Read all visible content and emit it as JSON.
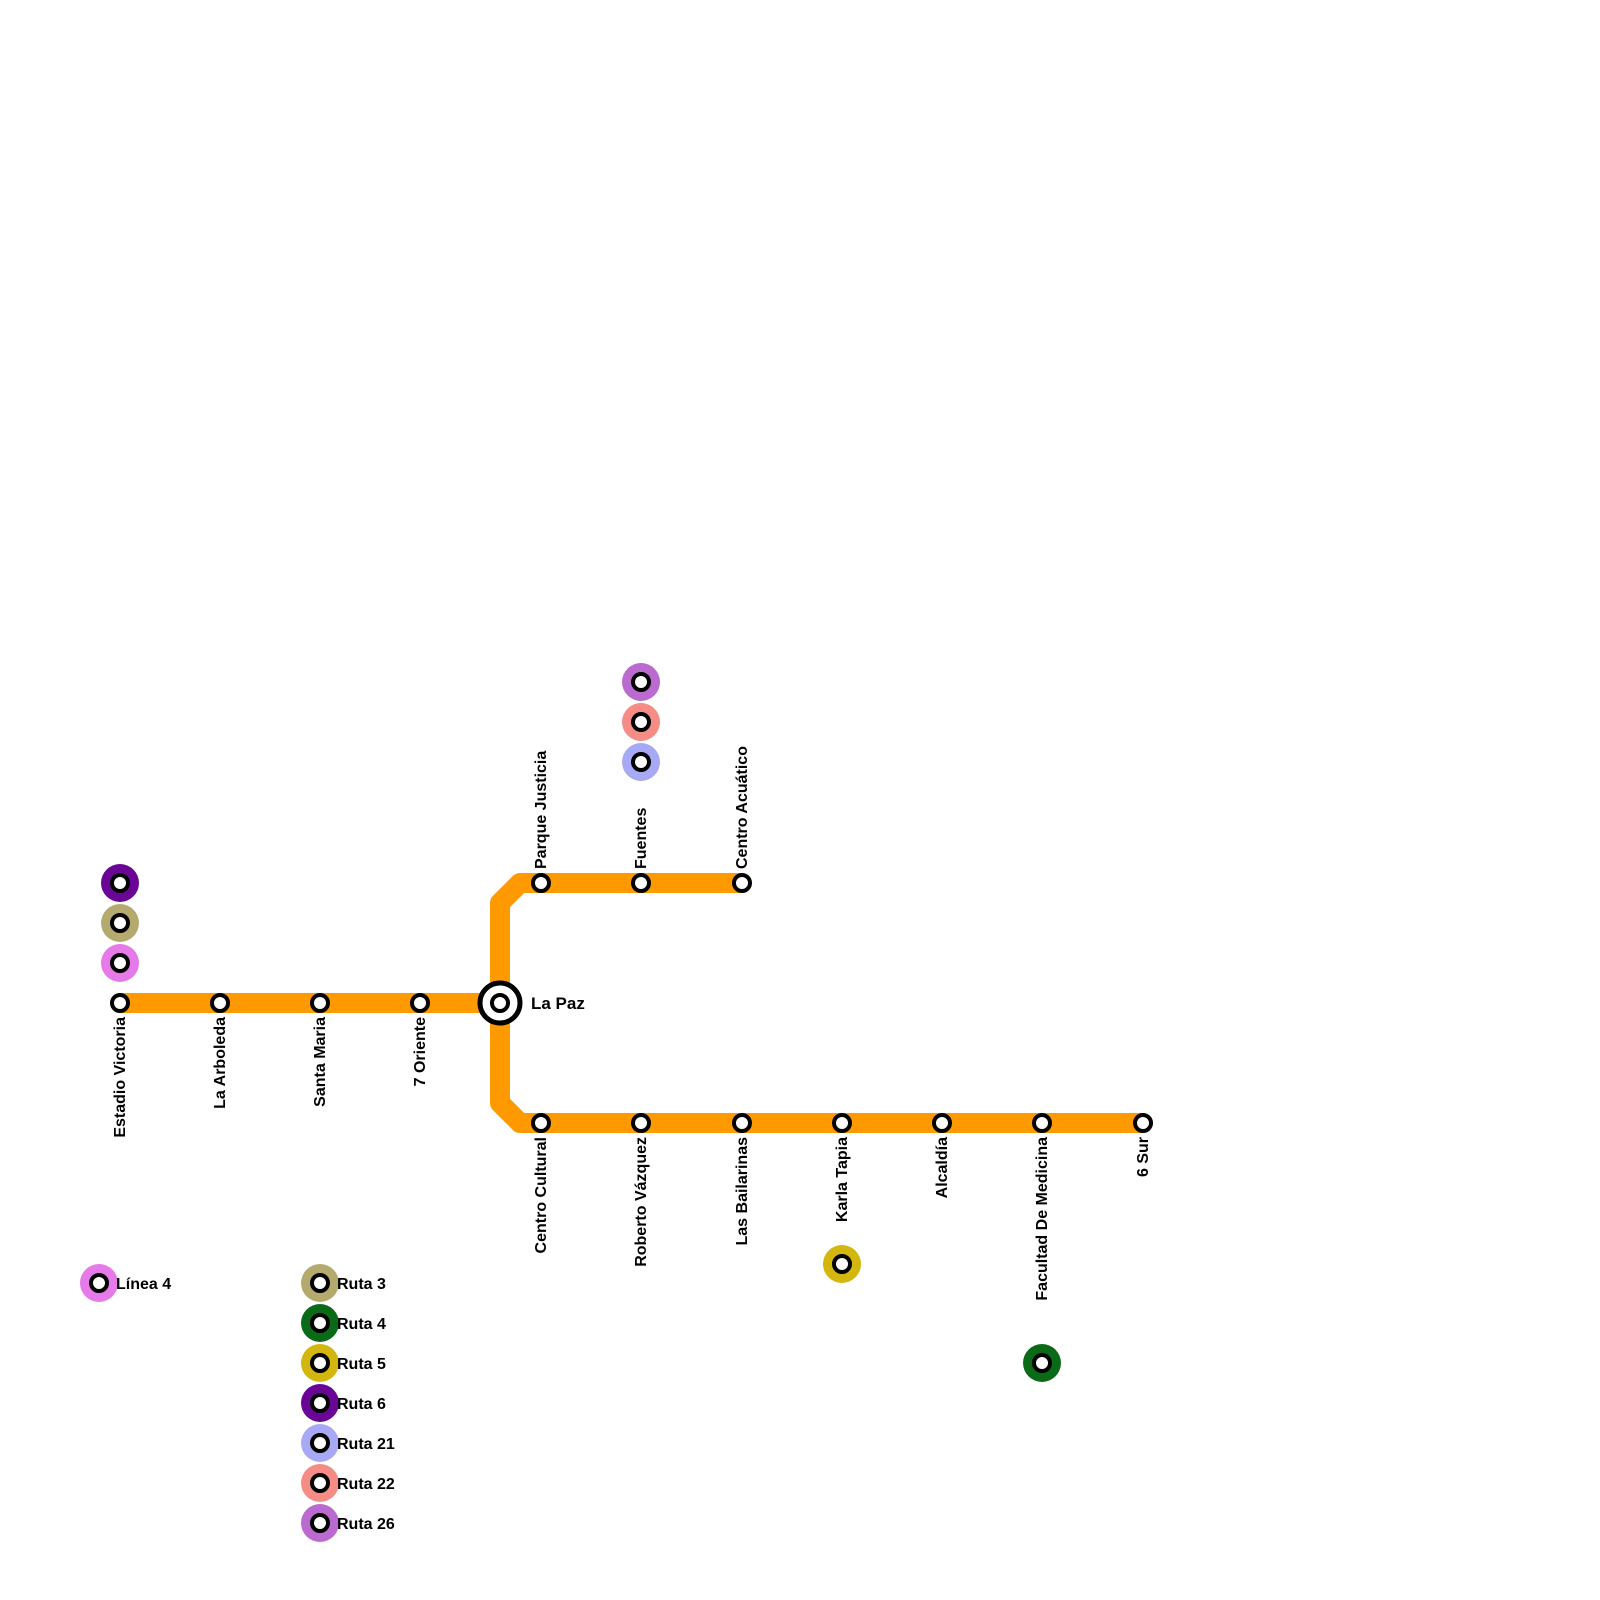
{
  "colors": {
    "line_main": "#FF9900",
    "linea4": "#E57AE8",
    "ruta3": "#B5AA6E",
    "ruta4": "#0B6A17",
    "ruta5": "#D4B70E",
    "ruta6": "#6A0696",
    "ruta21": "#A7A9F4",
    "ruta22": "#F68C86",
    "ruta26": "#BB6ACF"
  },
  "stations": {
    "estadio_victoria": "Estadio Victoria",
    "la_arboleda": "La Arboleda",
    "santa_maria": "Santa Maria",
    "siete_oriente": "7 Oriente",
    "la_paz": "La Paz",
    "parque_justicia": "Parque Justicia",
    "fuentes": "Fuentes",
    "centro_acuatico": "Centro Acuático",
    "centro_cultural": "Centro Cultural",
    "roberto_vazquez": "Roberto Vázquez",
    "las_bailarinas": "Las Bailarinas",
    "karla_tapia": "Karla Tapia",
    "alcaldia": "Alcaldía",
    "facultad_medicina": "Facultad De Medicina",
    "seis_sur": "6 Sur"
  },
  "legend": {
    "linea4": "Línea 4",
    "ruta3": "Ruta 3",
    "ruta4": "Ruta 4",
    "ruta5": "Ruta 5",
    "ruta6": "Ruta 6",
    "ruta21": "Ruta 21",
    "ruta22": "Ruta 22",
    "ruta26": "Ruta 26"
  }
}
